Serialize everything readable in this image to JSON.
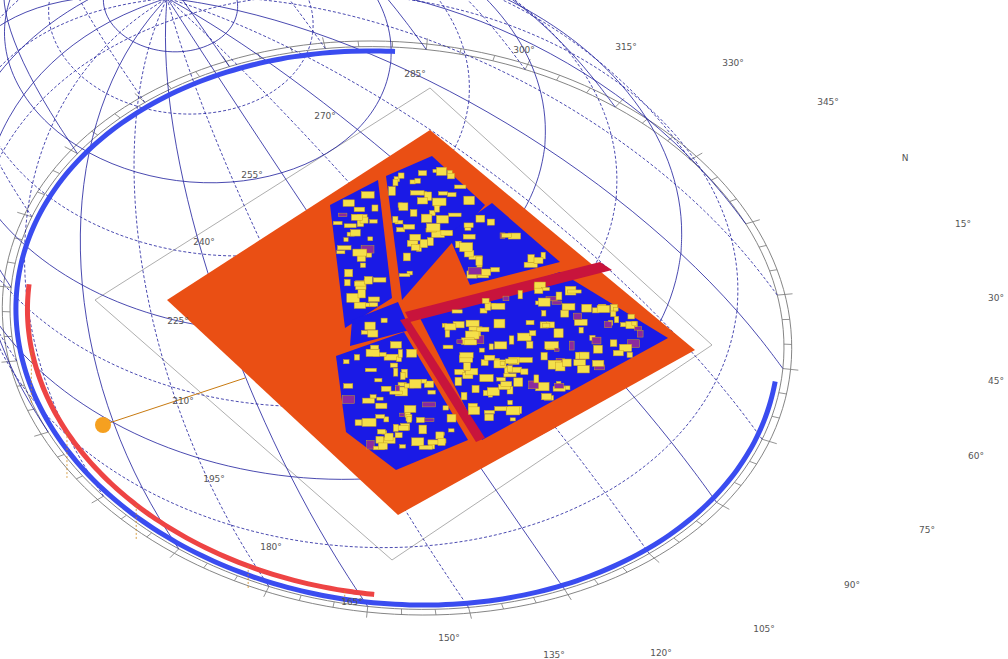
{
  "diagram": {
    "labels": [
      "300°",
      "315°",
      "330°",
      "345°",
      "N",
      "15°",
      "30°",
      "45°",
      "60°",
      "75°",
      "90°",
      "105°",
      "120°",
      "135°",
      "150°",
      "165°",
      "180°",
      "195°",
      "210°",
      "225°",
      "240°",
      "255°",
      "270°",
      "285°"
    ]
  }
}
